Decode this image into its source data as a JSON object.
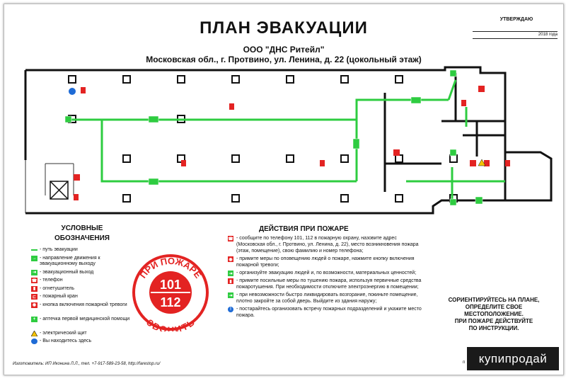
{
  "header": {
    "title": "ПЛАН ЭВАКУАЦИИ",
    "company": "ООО \"ДНС Ритейл\"",
    "address": "Московская обл., г. Протвино, ул. Ленина, д. 22 (цокольный этаж)",
    "approve": "УТВЕРЖДАЮ",
    "approve_year": "2018 года"
  },
  "legend": {
    "title_1": "УСЛОВНЫЕ",
    "title_2": "ОБОЗНАЧЕНИЯ",
    "items": [
      {
        "icon": "evac-path-line",
        "color": "#2ecc40",
        "text": "- путь эвакуации"
      },
      {
        "icon": "arrow-right-icon",
        "color": "#2ecc40",
        "text": "- направление движения к эвакуационному выходу"
      },
      {
        "icon": "evac-exit-icon",
        "color": "#2ecc40",
        "text": "- эвакуационный выход"
      },
      {
        "icon": "phone-icon",
        "color": "#e32322",
        "text": "- телефон"
      },
      {
        "icon": "extinguisher-icon",
        "color": "#e32322",
        "text": "- огнетушитель"
      },
      {
        "icon": "fire-hydrant-icon",
        "color": "#e32322",
        "text": "- пожарный кран"
      },
      {
        "icon": "alarm-button-icon",
        "color": "#e32322",
        "text": "- кнопка включения пожарной тревоги"
      },
      {
        "icon": "first-aid-icon",
        "color": "#2ecc40",
        "text": "- аптечка первой медицинской помощи"
      },
      {
        "icon": "electric-panel-icon",
        "color": "#f5c400",
        "text": "- электрический щит"
      },
      {
        "icon": "you-are-here-icon",
        "color": "#1e6bd6",
        "text": "- Вы находитесь здесь"
      }
    ]
  },
  "stamp": {
    "top_text": "ПРИ ПОЖАРЕ",
    "bottom_text": "ЗВОНИТЬ",
    "number_1": "101",
    "number_2": "112"
  },
  "actions": {
    "title": "ДЕЙСТВИЯ ПРИ ПОЖАРЕ",
    "items": [
      {
        "icon": "phone-icon",
        "color": "#e32322",
        "text": "- сообщите по телефону 101, 112  в пожарную охрану, назовите адрес (Московская обл., г. Протвино, ул. Ленина, д. 22), место возникновения пожара (этаж, помещение), свою фамилию и номер телефона;"
      },
      {
        "icon": "alarm-button-icon",
        "color": "#e32322",
        "text": "- примите меры по оповещению людей о пожаре, нажмите кнопку включения пожарной тревоги;"
      },
      {
        "icon": "evac-exit-icon",
        "color": "#2ecc40",
        "text": "- организуйте эвакуацию людей и, по возможности, материальных ценностей;"
      },
      {
        "icon": "extinguisher-icon",
        "color": "#e32322",
        "text": "- примите посильные меры по тушению пожара, используя первичные средства пожаротушения. При необходимости отключите электроэнергию в помещении;"
      },
      {
        "icon": "evac-exit-icon",
        "color": "#2ecc40",
        "text": "- при невозможности быстро ликвидировать возгорание, покиньте помещение, плотно закройте за собой дверь. Выйдите из здания наружу;"
      },
      {
        "icon": "info-icon",
        "color": "#1e6bd6",
        "text": "- постарайтесь организовать встречу пожарных подразделений и укажите место пожара."
      }
    ]
  },
  "orient": {
    "line_1": "СОРИЕНТИРУЙТЕСЬ НА ПЛАНЕ,",
    "line_2": "ОПРЕДЕЛИТЕ СВОЕ",
    "line_3": "МЕСТОПОЛОЖЕНИЕ.",
    "line_4": "ПРИ ПОЖАРЕ ДЕЙСТВУЙТЕ",
    "line_5": "ПО ИНСТРУКЦИИ."
  },
  "footer": {
    "maker": "Изготовитель: ИП Иконина Л.Л., тел. +7-917-589-23-58, http://farestop.ru/",
    "badge": "купипродай",
    "badge_left": "п"
  }
}
